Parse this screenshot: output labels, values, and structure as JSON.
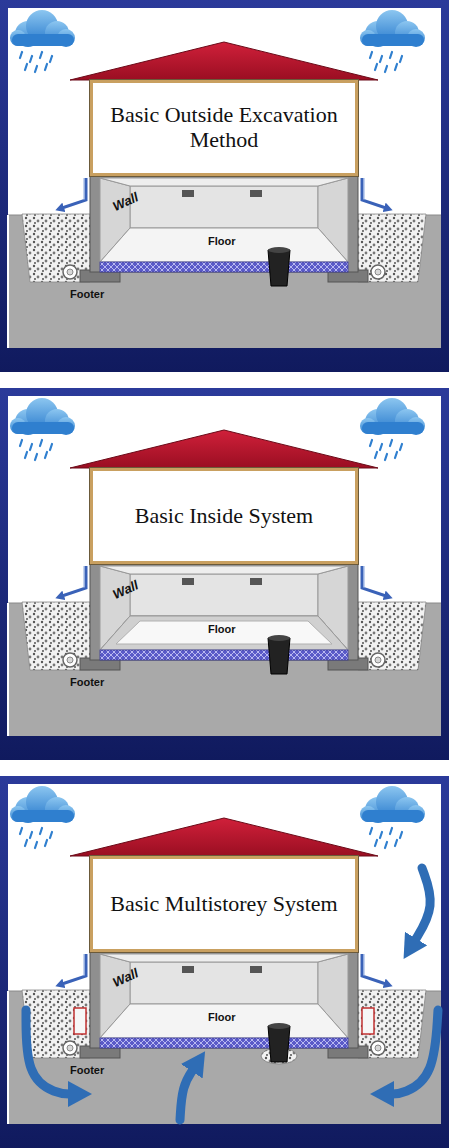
{
  "diagram": {
    "nodes": [
      {
        "text": [
          "Basic Outside Excavation Method"
        ]
      },
      {
        "text": [
          "Basic Inside System"
        ]
      },
      {
        "text": [
          "Basic Multistorey System"
        ]
      }
    ],
    "labels": [
      "Wall",
      "Floor",
      "Footer",
      "Wall",
      "Floor",
      "Footer",
      "Wall",
      "Floor",
      "Footer"
    ]
  }
}
